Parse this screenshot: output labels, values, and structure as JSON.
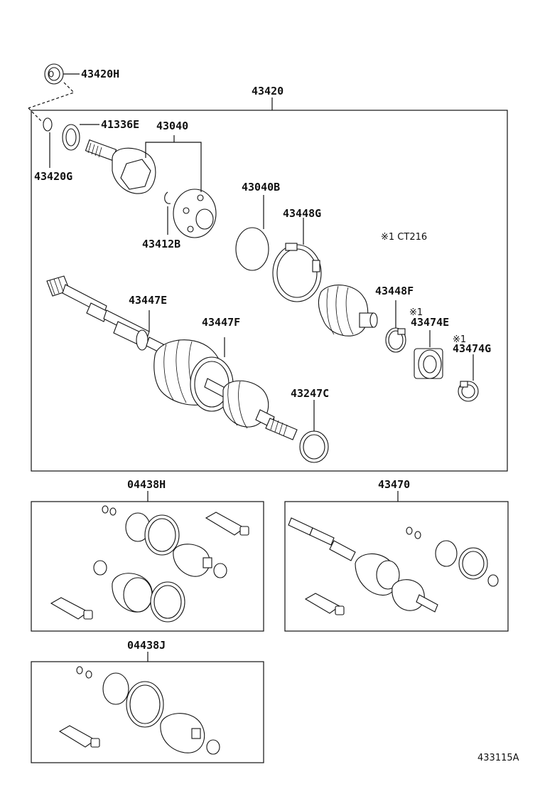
{
  "labels": {
    "p43420H": "43420H",
    "p43420": "43420",
    "p41336E": "41336E",
    "p43040": "43040",
    "p43420G": "43420G",
    "p43412B": "43412B",
    "p43040B": "43040B",
    "p43448G": "43448G",
    "ct_note": "※1 CT216",
    "p43447E": "43447E",
    "p43447F": "43447F",
    "p43448F": "43448F",
    "mark1a": "※1",
    "p43474E": "43474E",
    "mark1b": "※1",
    "p43474G": "43474G",
    "p43247C": "43247C",
    "p04438H": "04438H",
    "p43470": "43470",
    "p04438J": "04438J",
    "drawing_ref": "433115A"
  }
}
